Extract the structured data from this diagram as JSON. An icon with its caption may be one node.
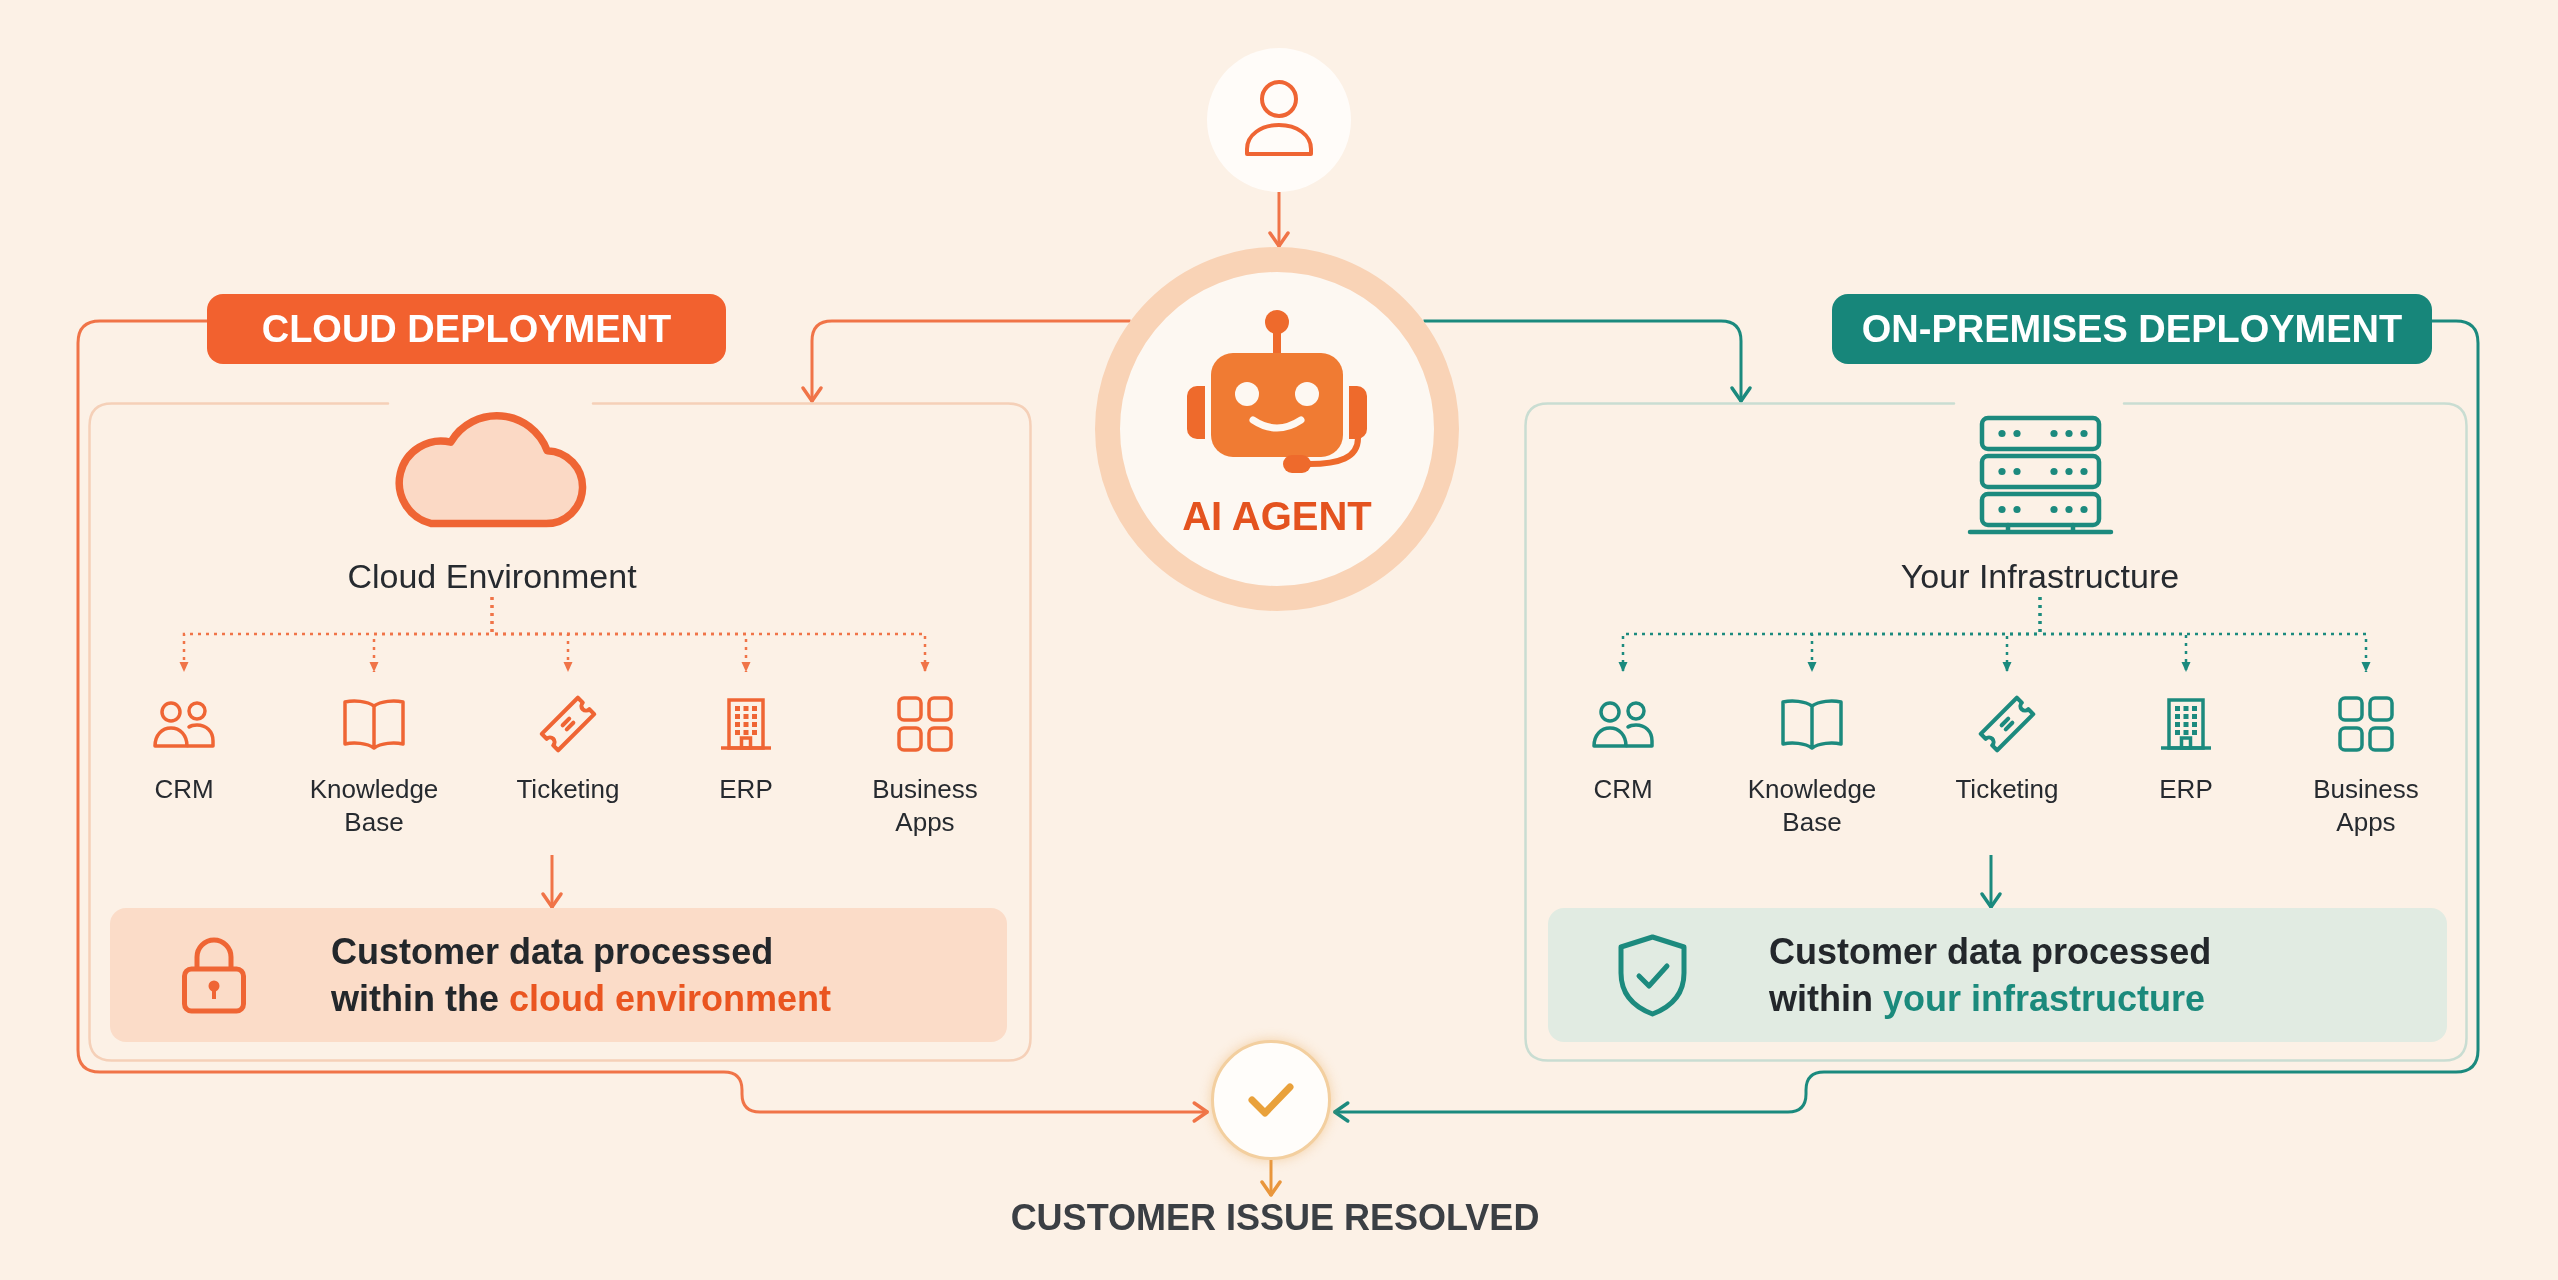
{
  "diagram": {
    "nodes": [
      {
        "text": [],
        "shape": "person"
      },
      {
        "text": [
          "AI AGENT"
        ]
      },
      {
        "text": [
          "CLOUD DEPLOYMENT"
        ]
      },
      {
        "text": [],
        "shape": "box"
      },
      {
        "text": [
          "Cloud Environment"
        ],
        "in": 3
      },
      {
        "text": [
          "CRM"
        ],
        "in": 3
      },
      {
        "text": [
          "Knowledge Base"
        ],
        "in": 3
      },
      {
        "text": [
          "Ticketing"
        ],
        "in": 3
      },
      {
        "text": [
          "ERP"
        ],
        "in": 3
      },
      {
        "text": [
          "Business Apps"
        ],
        "in": 3
      },
      {
        "text": [
          "Customer data processed within the **cloud environment**"
        ],
        "in": 3
      },
      {
        "text": [
          "ON-PREMISES DEPLOYMENT"
        ]
      },
      {
        "text": [],
        "shape": "box"
      },
      {
        "text": [
          "Your Infrastructure"
        ],
        "in": 12
      },
      {
        "text": [
          "CRM"
        ],
        "in": 12
      },
      {
        "text": [
          "Knowledge Base"
        ],
        "in": 12
      },
      {
        "text": [
          "Ticketing"
        ],
        "in": 12
      },
      {
        "text": [
          "ERP"
        ],
        "in": 12
      },
      {
        "text": [
          "Business Apps"
        ],
        "in": 12
      },
      {
        "text": [
          "Customer data processed within **your infrastructure**"
        ],
        "in": 12
      },
      {
        "text": [],
        "shape": "circle"
      },
      {
        "text": [
          "CUSTOMER ISSUE RESOLVED"
        ]
      }
    ],
    "edges": [
      {
        "from": 0,
        "to": 1,
        "arrow": "to"
      },
      {
        "from": 1,
        "to": 3,
        "arrow": "to"
      },
      {
        "from": 1,
        "to": 12,
        "arrow": "to",
        "color": "#1b8a7e"
      },
      {
        "from": 4,
        "to": 5,
        "arrow": "to",
        "style": "dashed"
      },
      {
        "from": 4,
        "to": 6,
        "arrow": "to",
        "style": "dashed"
      },
      {
        "from": 4,
        "to": 7,
        "arrow": "to",
        "style": "dashed"
      },
      {
        "from": 4,
        "to": 8,
        "arrow": "to",
        "style": "dashed"
      },
      {
        "from": 4,
        "to": 9,
        "arrow": "to",
        "style": "dashed"
      },
      {
        "from": null,
        "to": 10,
        "arrow": "to"
      },
      {
        "from": 13,
        "to": 14,
        "arrow": "to",
        "style": "dashed",
        "color": "#1b8a7e"
      },
      {
        "from": 13,
        "to": 15,
        "arrow": "to",
        "style": "dashed",
        "color": "#1b8a7e"
      },
      {
        "from": 13,
        "to": 16,
        "arrow": "to",
        "style": "dashed",
        "color": "#1b8a7e"
      },
      {
        "from": 13,
        "to": 17,
        "arrow": "to",
        "style": "dashed",
        "color": "#1b8a7e"
      },
      {
        "from": 13,
        "to": 18,
        "arrow": "to",
        "style": "dashed",
        "color": "#1b8a7e"
      },
      {
        "from": null,
        "to": 19,
        "arrow": "to",
        "color": "#1b8a7e"
      },
      {
        "from": 2,
        "to": 20,
        "arrow": "to"
      },
      {
        "from": 11,
        "to": 20,
        "arrow": "to",
        "color": "#1b8a7e"
      },
      {
        "from": 20,
        "to": 21,
        "arrow": "to",
        "color": "#e9963c"
      }
    ]
  }
}
